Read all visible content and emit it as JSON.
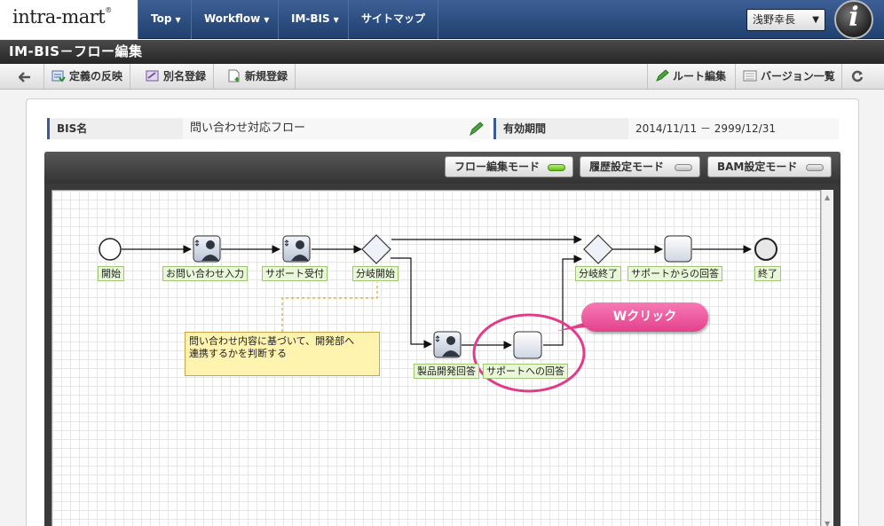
{
  "app": {
    "logo_text": "intra-mart",
    "page_title": "IM-BIS－フロー編集"
  },
  "nav": {
    "items": [
      {
        "label": "Top"
      },
      {
        "label": "Workflow"
      },
      {
        "label": "IM-BIS"
      },
      {
        "label": "サイトマップ"
      }
    ],
    "user": "浅野幸長"
  },
  "toolbar": {
    "back_icon": "arrow-left-icon",
    "apply": "定義の反映",
    "alias": "別名登録",
    "new": "新規登録",
    "route_edit": "ルート編集",
    "version_list": "バージョン一覧",
    "refresh_icon": "refresh-icon"
  },
  "info": {
    "bis_label": "BIS名",
    "bis_value": "問い合わせ対応フロー",
    "period_label": "有効期間",
    "period_value": "2014/11/11 － 2999/12/31"
  },
  "modes": [
    {
      "label": "フロー編集モード",
      "active": true
    },
    {
      "label": "履歴設定モード",
      "active": false
    },
    {
      "label": "BAM設定モード",
      "active": false
    }
  ],
  "flow": {
    "nodes": {
      "start": "開始",
      "inquiry_input": "お問い合わせ入力",
      "support_accept": "サポート受付",
      "branch_start": "分岐開始",
      "product_dev": "製品開発回答",
      "support_answer": "サポートへの回答",
      "branch_end": "分岐終了",
      "support_reply": "サポートからの回答",
      "end": "終了"
    },
    "note_line1": "問い合わせ内容に基づいて、開発部へ",
    "note_line2": "連携するかを判断する",
    "callout": "Wクリック",
    "highlight_color": "#e23b8a",
    "label_bg": "#e9f7d8"
  }
}
